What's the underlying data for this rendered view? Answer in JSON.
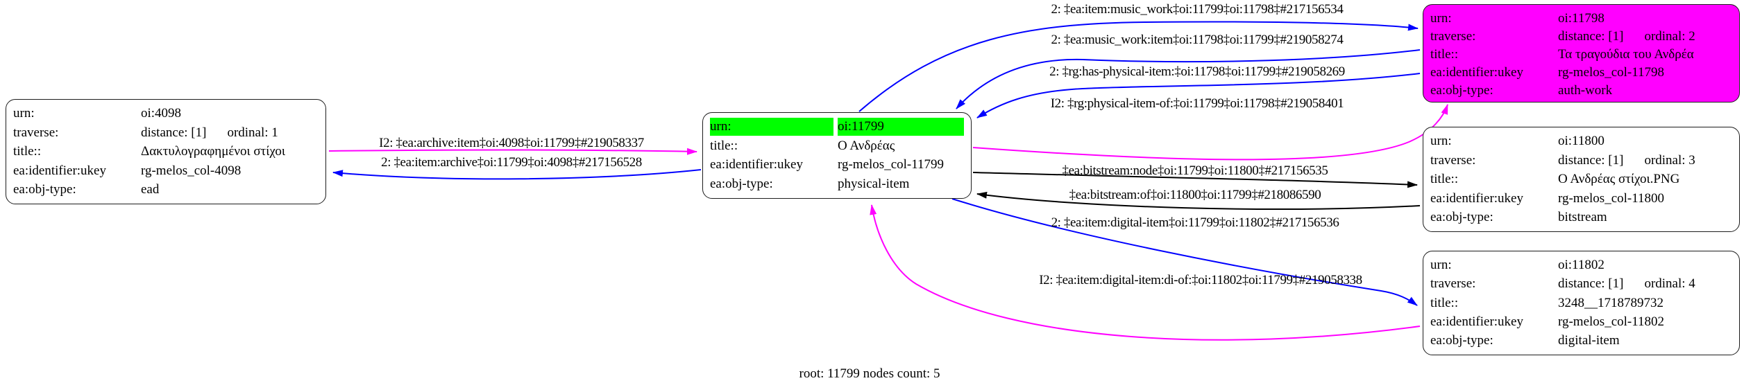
{
  "footer": {
    "text": "root: 11799 nodes count: 5"
  },
  "colors": {
    "highlight_green": "#00ff00",
    "node_magenta": "#ff00ff",
    "edge_blue": "#0000ff",
    "edge_magenta": "#ff00ff",
    "edge_black": "#000000"
  },
  "nodes": {
    "n4098": {
      "rows": [
        {
          "label": "urn:",
          "value": "oi:4098"
        },
        {
          "label": "traverse:",
          "value": "distance: [1]",
          "value2": "ordinal: 1"
        },
        {
          "label": "title::",
          "value": "Δακτυλογραφημένοι στίχοι"
        },
        {
          "label": "ea:identifier:ukey",
          "value": "rg-melos_col-4098"
        },
        {
          "label": "ea:obj-type:",
          "value": "ead"
        }
      ]
    },
    "n11799": {
      "rows": [
        {
          "label": "urn:",
          "value": "oi:11799"
        },
        {
          "label": "title::",
          "value": "Ο Ανδρέας"
        },
        {
          "label": "ea:identifier:ukey",
          "value": "rg-melos_col-11799"
        },
        {
          "label": "ea:obj-type:",
          "value": "physical-item"
        }
      ]
    },
    "n11798": {
      "rows": [
        {
          "label": "urn:",
          "value": "oi:11798"
        },
        {
          "label": "traverse:",
          "value": "distance: [1]",
          "value2": "ordinal: 2"
        },
        {
          "label": "title::",
          "value": "Τα τραγούδια του Ανδρέα"
        },
        {
          "label": "ea:identifier:ukey",
          "value": "rg-melos_col-11798"
        },
        {
          "label": "ea:obj-type:",
          "value": "auth-work"
        }
      ]
    },
    "n11800": {
      "rows": [
        {
          "label": "urn:",
          "value": "oi:11800"
        },
        {
          "label": "traverse:",
          "value": "distance: [1]",
          "value2": "ordinal: 3"
        },
        {
          "label": "title::",
          "value": "Ο Ανδρέας στίχοι.PNG"
        },
        {
          "label": "ea:identifier:ukey",
          "value": "rg-melos_col-11800"
        },
        {
          "label": "ea:obj-type:",
          "value": "bitstream"
        }
      ]
    },
    "n11802": {
      "rows": [
        {
          "label": "urn:",
          "value": "oi:11802"
        },
        {
          "label": "traverse:",
          "value": "distance: [1]",
          "value2": "ordinal: 4"
        },
        {
          "label": "title::",
          "value": "3248__1718789732"
        },
        {
          "label": "ea:identifier:ukey",
          "value": "rg-melos_col-11802"
        },
        {
          "label": "ea:obj-type:",
          "value": "digital-item"
        }
      ]
    }
  },
  "edges": [
    {
      "name": "item-music-work",
      "label": "2: ‡ea:item:music_work‡oi:11799‡oi:11798‡#217156534",
      "color": "#0000ff"
    },
    {
      "name": "music-work-item",
      "label": "2: ‡ea:music_work:item‡oi:11798‡oi:11799‡#219058274",
      "color": "#0000ff"
    },
    {
      "name": "has-physical-item",
      "label": "2: ‡rg:has-physical-item:‡oi:11798‡oi:11799‡#219058269",
      "color": "#0000ff"
    },
    {
      "name": "physical-item-of",
      "label": "I2: ‡rg:physical-item-of:‡oi:11799‡oi:11798‡#219058401",
      "color": "#ff00ff"
    },
    {
      "name": "archive-item",
      "label": "I2: ‡ea:archive:item‡oi:4098‡oi:11799‡#219058337",
      "color": "#ff00ff"
    },
    {
      "name": "item-archive",
      "label": "2: ‡ea:item:archive‡oi:11799‡oi:4098‡#217156528",
      "color": "#0000ff"
    },
    {
      "name": "bitstream-node",
      "label": "‡ea:bitstream:node‡oi:11799‡oi:11800‡#217156535",
      "color": "#000000"
    },
    {
      "name": "bitstream-of",
      "label": "‡ea:bitstream:of‡oi:11800‡oi:11799‡#218086590",
      "color": "#000000"
    },
    {
      "name": "item-digital-item",
      "label": "2: ‡ea:item:digital-item‡oi:11799‡oi:11802‡#217156536",
      "color": "#0000ff"
    },
    {
      "name": "digital-item-di-of",
      "label": "I2: ‡ea:item:digital-item:di-of:‡oi:11802‡oi:11799‡#219058338",
      "color": "#ff00ff"
    }
  ]
}
